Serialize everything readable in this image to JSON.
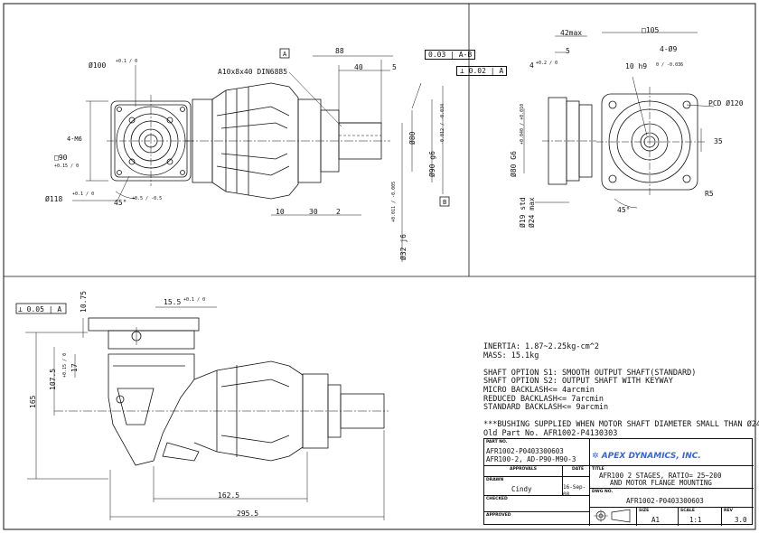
{
  "views": {
    "front": {
      "flange_dia": "Ø100",
      "flange_tol": "+0.1 / 0",
      "holes": "4-M6",
      "square": "□90",
      "square_tol": "+0.15 / 0",
      "pilot_dia": "Ø118",
      "pilot_tol": "+0.1 / 0",
      "angle": "45°",
      "angle_tol": "+0.5 / -0.5"
    },
    "side": {
      "key_spec": "A10x8x40 DIN6885",
      "datum_a": "A",
      "datum_b": "B",
      "dim_88": "88",
      "dim_40": "40",
      "dim_5": "5",
      "runout": "0.03",
      "runout_ref": "A-B",
      "perp": "0.02",
      "perp_ref": "A",
      "shaft_80": "Ø80",
      "shaft_90": "Ø90 g6",
      "shaft_90_tol": "-0.012 / -0.034",
      "shaft_32": "Ø32 j6",
      "shaft_32_tol": "+0.011 / -0.005",
      "dim_10": "10",
      "dim_30": "30",
      "dim_2": "2"
    },
    "end": {
      "max42": "42max",
      "dim5": "5",
      "sq105": "□105",
      "holes9": "4-Ø9",
      "h10": "10 h9",
      "h10_tol": "0 / -0.036",
      "d4": "4",
      "d4_tol": "+0.2 / 0",
      "pcd": "PCD Ø120",
      "d35": "35",
      "r5": "R5",
      "ang45": "45°",
      "g6": "Ø80 G6",
      "g6_tol": "+0.040 / +0.010",
      "std19": "Ø19 std",
      "max24": "Ø24 max"
    },
    "bottom": {
      "perp": "0.05",
      "perp_ref": "A",
      "d1075": "10.75",
      "d155": "15.5",
      "d155_tol": "+0.1 / 0",
      "d1075b": "17",
      "d1075b_tol": "+0.15 / 0",
      "d1075c": "107.5",
      "d165": "165",
      "d1625": "162.5",
      "d2955": "295.5"
    }
  },
  "notes": [
    "INERTIA: 1.87~2.25kg-cm^2",
    "MASS: 15.1kg",
    "",
    "SHAFT OPTION S1: SMOOTH OUTPUT SHAFT(STANDARD)",
    "SHAFT OPTION S2: OUTPUT SHAFT WITH KEYWAY",
    "MICRO BACKLASH<= 4arcmin",
    "REDUCED BACKLASH<= 7arcmin",
    "STANDARD BACKLASH<= 9arcmin",
    "",
    "***BUSHING SUPPLIED WHEN MOTOR SHAFT DIAMETER SMALL THAN Ø24",
    "Old Part No. AFR1002-P4130303"
  ],
  "title_block": {
    "part_no_label": "PART NO.",
    "part_no_1": "AFR1002-P0403300603",
    "part_no_2": "AFR100-2, AD-P90-M90-3",
    "company": "APEX DYNAMICS, INC.",
    "approvals_label": "APPROVALS",
    "date_label": "DATE",
    "title_label": "TITLE",
    "title_1": "AFR100 2 STAGES, RATIO= 25~200",
    "title_2": "AND MOTOR FLANGE MOUNTING",
    "drawn_label": "DRAWN",
    "drawn_by": "Cindy",
    "drawn_date": "16-Sep-08",
    "dwg_no_label": "DWG NO.",
    "dwg_no": "AFR1002-P0403300603",
    "checked_label": "CHECKED",
    "approved_label": "APPROVED",
    "size_label": "SIZE",
    "size": "A1",
    "scale_label": "SCALE",
    "scale": "1:1",
    "rev_label": "REV",
    "rev": "3.0"
  },
  "colors": {
    "line": "#111111",
    "hidden": "#333333",
    "logo": "#3a66c8"
  }
}
